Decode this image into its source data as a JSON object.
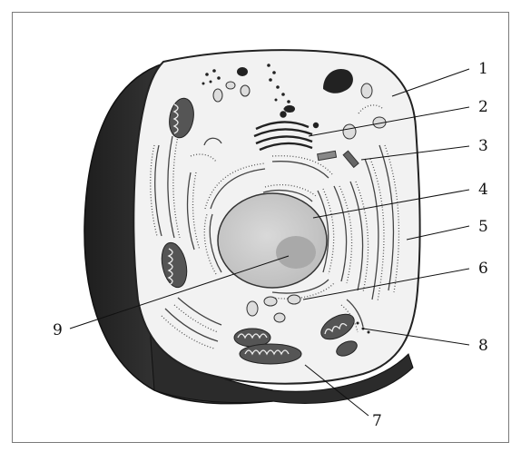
{
  "diagram": {
    "labels": [
      {
        "id": "1",
        "text": "1"
      },
      {
        "id": "2",
        "text": "2"
      },
      {
        "id": "3",
        "text": "3"
      },
      {
        "id": "4",
        "text": "4"
      },
      {
        "id": "5",
        "text": "5"
      },
      {
        "id": "6",
        "text": "6"
      },
      {
        "id": "7",
        "text": "7"
      },
      {
        "id": "8",
        "text": "8"
      },
      {
        "id": "9",
        "text": "9"
      }
    ],
    "colors": {
      "cell_wall_side": "#3a3a3a",
      "cytoplasm": "#f2f2f2",
      "nucleus": "#cfcfcf",
      "nucleolus": "#a9a9a9",
      "frame_border": "#7a7a7a"
    }
  }
}
